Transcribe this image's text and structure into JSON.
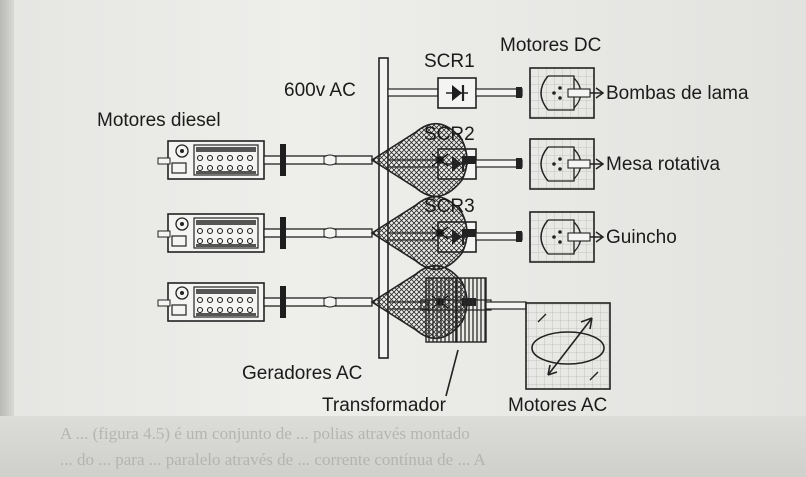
{
  "labels": {
    "motores_diesel": "Motores diesel",
    "v600ac": "600v AC",
    "scr1": "SCR1",
    "scr2": "SCR2",
    "scr3": "SCR3",
    "motores_dc": "Motores DC",
    "bombas_de_lama": "Bombas de lama",
    "mesa_rotativa": "Mesa rotativa",
    "guincho": "Guincho",
    "geradores_ac": "Geradores AC",
    "transformador": "Transformador",
    "motores_ac": "Motores AC"
  },
  "background_text": {
    "line1": "A ... (figura 4.5) é um conjunto de ... polias através montado",
    "line2": "... do ... para ... paralelo através de ... corrente contínua de ... A"
  },
  "colors": {
    "ink": "#1b1b1b",
    "paper": "#ececea",
    "strip": "#d2d2ce"
  }
}
